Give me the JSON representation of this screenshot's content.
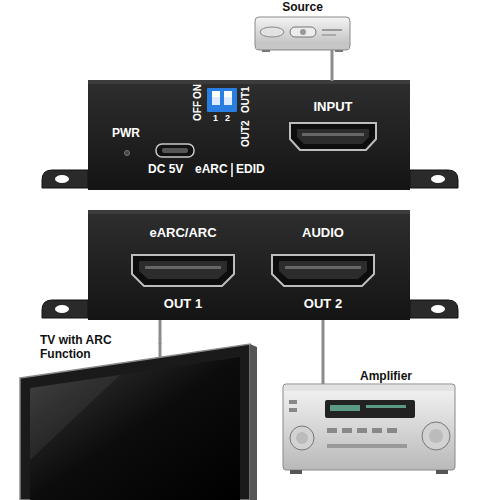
{
  "diagram": {
    "nodes": [
      {
        "text": [
          "Source"
        ]
      },
      {
        "text": [
          "INPUT"
        ]
      },
      {
        "text": [
          "eARC/ARC",
          "OUT 1"
        ]
      },
      {
        "text": [
          "AUDIO",
          "OUT 2"
        ]
      },
      {
        "text": [
          "TV with ARC Function"
        ]
      },
      {
        "text": [
          "Amplifier"
        ]
      }
    ],
    "edges": [
      {
        "from": 0,
        "to": 1,
        "arrow": "none"
      },
      {
        "from": 2,
        "to": 4,
        "arrow": "none"
      },
      {
        "from": 3,
        "to": 5,
        "arrow": "none"
      }
    ],
    "labels": [
      "PWR",
      "DC 5V",
      "eARC",
      "EDID",
      "OFF",
      "ON",
      "1",
      "2",
      "OUT1",
      "OUT2"
    ]
  }
}
